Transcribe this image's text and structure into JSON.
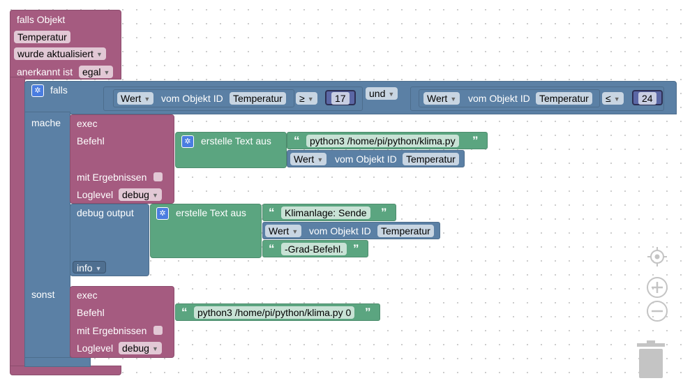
{
  "trigger": {
    "label": "falls Objekt",
    "object": "Temperatur",
    "event": "wurde aktualisiert",
    "ack_label": "anerkannt ist",
    "ack_value": "egal"
  },
  "if_block": {
    "if_label": "falls",
    "then_label": "mache",
    "else_label": "sonst",
    "and_label": "und",
    "cond1": {
      "prop": "Wert",
      "of_label": "vom Objekt ID",
      "object": "Temperatur",
      "op": "≥",
      "value": "17"
    },
    "cond2": {
      "prop": "Wert",
      "of_label": "vom Objekt ID",
      "object": "Temperatur",
      "op": "≤",
      "value": "24"
    }
  },
  "exec1": {
    "exec_label": "exec",
    "command_label": "Befehl",
    "text_label": "erstelle Text aus",
    "text1": "python3 /home/pi/python/klima.py",
    "prop": "Wert",
    "of_label": "vom Objekt ID",
    "object": "Temperatur",
    "results_label": "mit Ergebnissen",
    "loglevel_label": "Loglevel",
    "loglevel_value": "debug"
  },
  "debug": {
    "label": "debug output",
    "text_label": "erstelle Text aus",
    "text1": "Klimanlage: Sende",
    "prop": "Wert",
    "of_label": "vom Objekt ID",
    "object": "Temperatur",
    "text2": "-Grad-Befehl.",
    "level": "info"
  },
  "exec2": {
    "exec_label": "exec",
    "command_label": "Befehl",
    "text": "python3 /home/pi/python/klima.py 0",
    "results_label": "mit Ergebnissen",
    "loglevel_label": "Loglevel",
    "loglevel_value": "debug"
  },
  "colors": {
    "trigger": "#a55b80",
    "logic": "#5b80a5",
    "text": "#5ba580"
  },
  "controls": [
    "recenter-icon",
    "zoom-in-icon",
    "zoom-out-icon",
    "trash-icon"
  ]
}
